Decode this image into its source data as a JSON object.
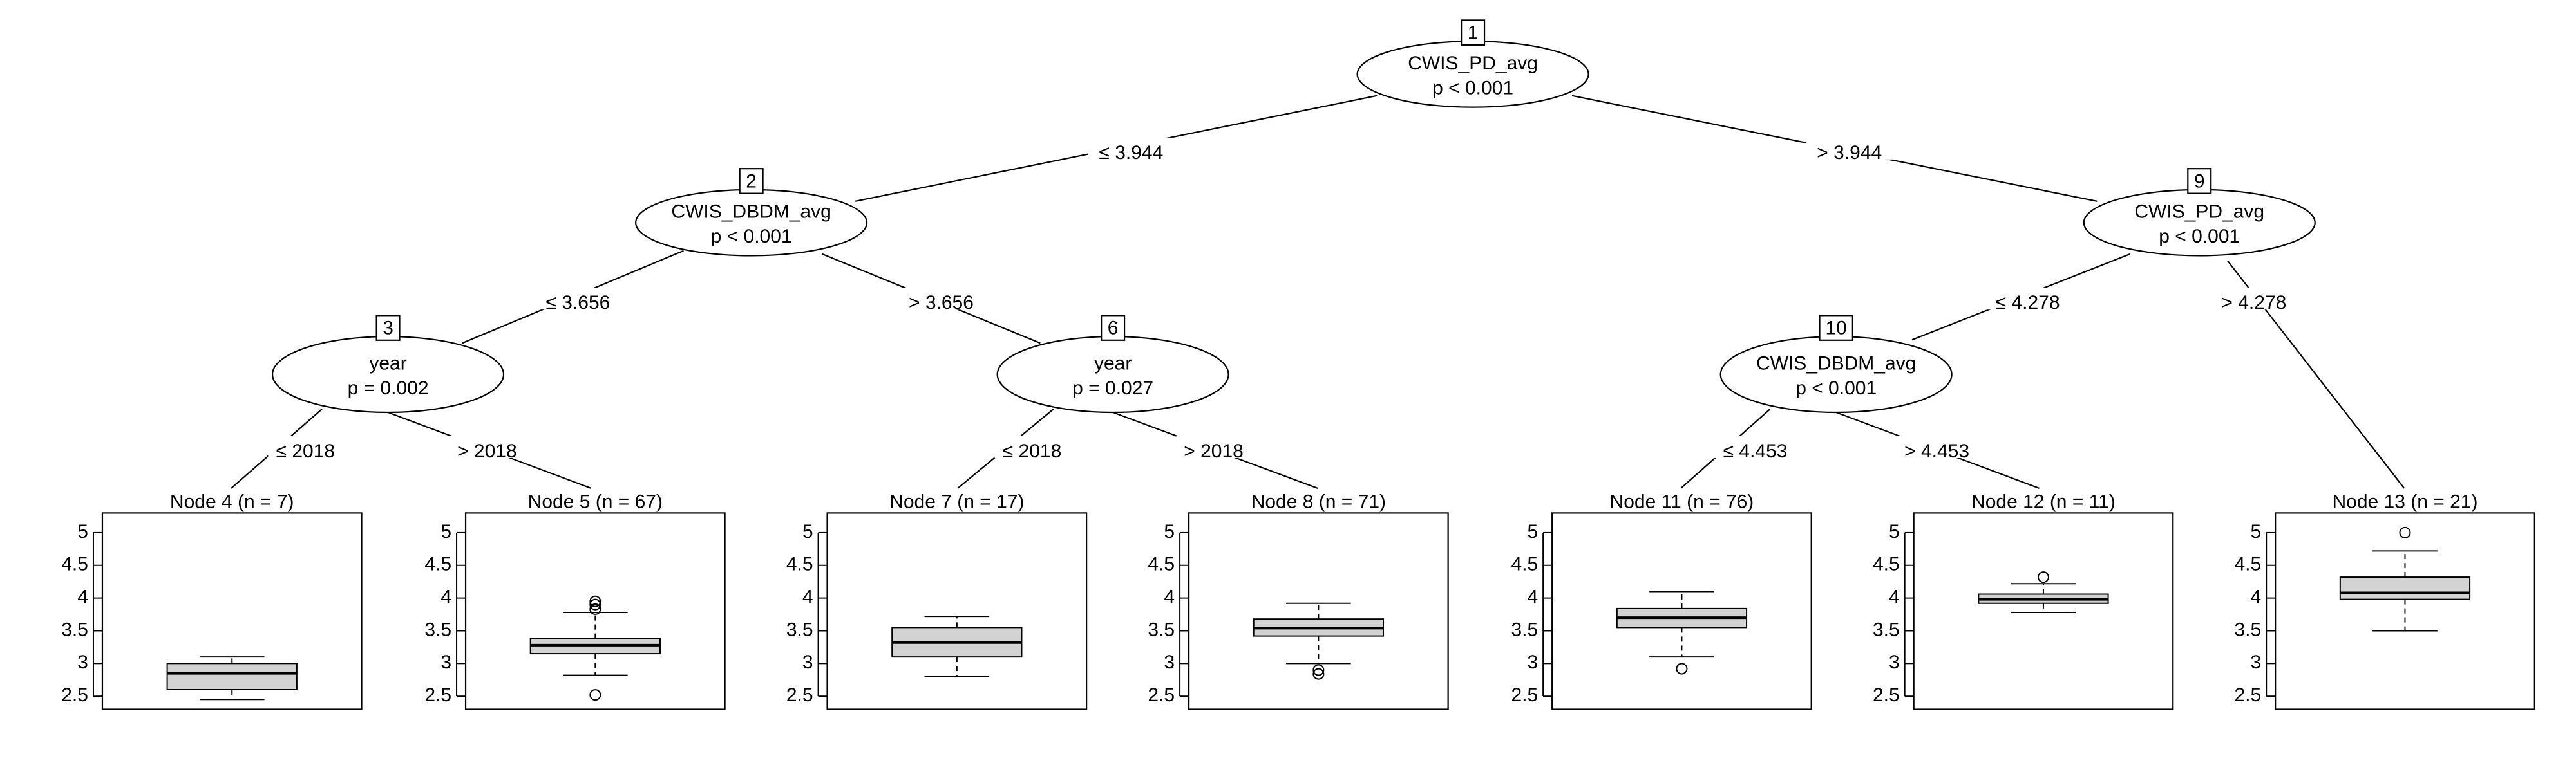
{
  "tree": {
    "inner_nodes": [
      {
        "id": "1",
        "variable": "CWIS_PD_avg",
        "p": "p < 0.001"
      },
      {
        "id": "2",
        "variable": "CWIS_DBDM_avg",
        "p": "p < 0.001"
      },
      {
        "id": "3",
        "variable": "year",
        "p": "p = 0.002"
      },
      {
        "id": "6",
        "variable": "year",
        "p": "p = 0.027"
      },
      {
        "id": "9",
        "variable": "CWIS_PD_avg",
        "p": "p < 0.001"
      },
      {
        "id": "10",
        "variable": "CWIS_DBDM_avg",
        "p": "p < 0.001"
      }
    ],
    "edges": [
      {
        "from": "1",
        "to": "2",
        "label": "≤ 3.944"
      },
      {
        "from": "1",
        "to": "9",
        "label": "> 3.944"
      },
      {
        "from": "2",
        "to": "3",
        "label": "≤ 3.656"
      },
      {
        "from": "2",
        "to": "6",
        "label": "> 3.656"
      },
      {
        "from": "3",
        "to": "4",
        "label": "≤ 2018"
      },
      {
        "from": "3",
        "to": "5",
        "label": "> 2018"
      },
      {
        "from": "6",
        "to": "7",
        "label": "≤ 2018"
      },
      {
        "from": "6",
        "to": "8",
        "label": "> 2018"
      },
      {
        "from": "9",
        "to": "10",
        "label": "≤ 4.278"
      },
      {
        "from": "9",
        "to": "13",
        "label": "> 4.278"
      },
      {
        "from": "10",
        "to": "11",
        "label": "≤ 4.453"
      },
      {
        "from": "10",
        "to": "12",
        "label": "> 4.453"
      }
    ]
  },
  "chart_data": {
    "type": "boxplot",
    "ylim": [
      2.3,
      5.3
    ],
    "yticks": [
      "5",
      "4.5",
      "4",
      "3.5",
      "3",
      "2.5"
    ],
    "ytick_values": [
      5,
      4.5,
      4,
      3.5,
      3,
      2.5
    ],
    "panels": [
      {
        "id": "4",
        "title": "Node 4 (n = 7)",
        "min": 2.45,
        "q1": 2.6,
        "median": 2.85,
        "q3": 3.0,
        "max": 3.1,
        "outliers": []
      },
      {
        "id": "5",
        "title": "Node 5 (n = 67)",
        "min": 2.82,
        "q1": 3.15,
        "median": 3.28,
        "q3": 3.38,
        "max": 3.78,
        "outliers": [
          3.83,
          3.9,
          3.95,
          2.52
        ]
      },
      {
        "id": "7",
        "title": "Node 7 (n = 17)",
        "min": 2.8,
        "q1": 3.1,
        "median": 3.32,
        "q3": 3.55,
        "max": 3.72,
        "outliers": []
      },
      {
        "id": "8",
        "title": "Node 8 (n = 71)",
        "min": 3.0,
        "q1": 3.42,
        "median": 3.54,
        "q3": 3.68,
        "max": 3.92,
        "outliers": [
          2.9,
          2.84
        ]
      },
      {
        "id": "11",
        "title": "Node 11 (n = 76)",
        "min": 3.1,
        "q1": 3.55,
        "median": 3.7,
        "q3": 3.84,
        "max": 4.1,
        "outliers": [
          2.92
        ]
      },
      {
        "id": "12",
        "title": "Node 12 (n = 11)",
        "min": 3.78,
        "q1": 3.92,
        "median": 3.98,
        "q3": 4.06,
        "max": 4.22,
        "outliers": [
          4.32
        ]
      },
      {
        "id": "13",
        "title": "Node 13 (n = 21)",
        "min": 3.5,
        "q1": 3.98,
        "median": 4.08,
        "q3": 4.32,
        "max": 4.72,
        "outliers": [
          5.0
        ]
      }
    ]
  }
}
